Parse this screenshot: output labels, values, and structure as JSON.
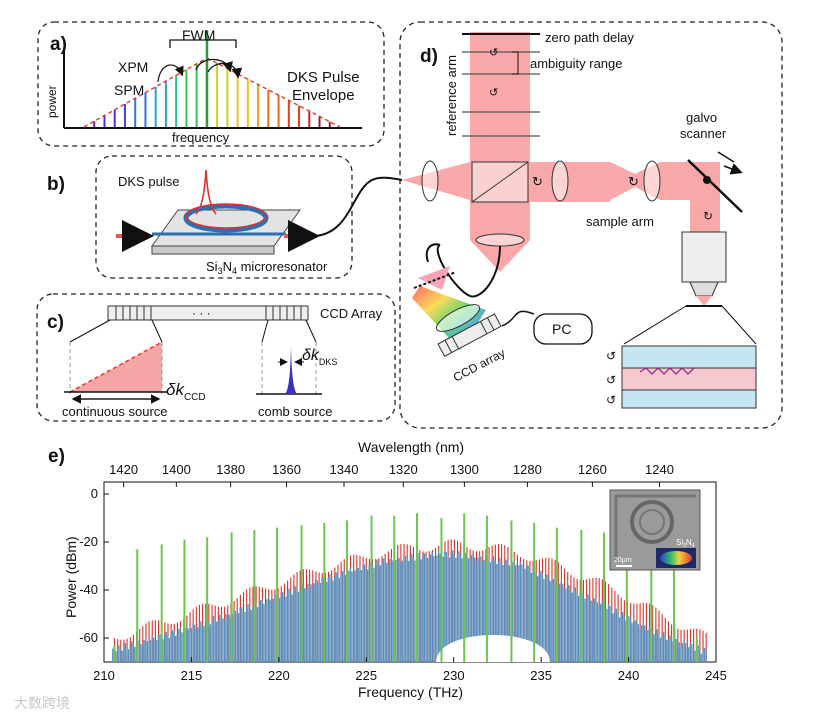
{
  "panels": {
    "a": {
      "letter": "a)",
      "fwm": "FWM",
      "xpm": "XPM",
      "spm": "SPM",
      "envelope_line1": "DKS Pulse",
      "envelope_line2": "Envelope",
      "ylabel": "power",
      "xlabel": "frequency"
    },
    "b": {
      "letter": "b)",
      "pulse": "DKS pulse",
      "device_si": "Si",
      "device_sub": "3",
      "device_n": "N",
      "device_sub2": "4",
      "device_rest": " microresonator"
    },
    "c": {
      "letter": "c)",
      "ccd": "CCD Array",
      "dots": "· · ·",
      "dk": "δk",
      "ccd_sub": "CCD",
      "dks_sub": "DKS",
      "continuous": "continuous source",
      "comb": "comb source"
    },
    "d": {
      "letter": "d)",
      "reference_arm": "reference arm",
      "zero_path": "zero path delay",
      "ambiguity": "ambiguity range",
      "galvo1": "galvo",
      "galvo2": "scanner",
      "sample_arm": "sample arm",
      "pc": "PC",
      "ccd_array": "CCD array"
    },
    "e": {
      "letter": "e)"
    }
  },
  "chart_data": {
    "type": "bar",
    "title": "",
    "xlabel": "Frequency (THz)",
    "ylabel": "Power (dBm)",
    "x2label": "Wavelength (nm)",
    "xlim": [
      210,
      245
    ],
    "ylim": [
      -70,
      5
    ],
    "xticks": [
      210,
      215,
      220,
      225,
      230,
      235,
      240,
      245
    ],
    "yticks": [
      0,
      -20,
      -40,
      -60
    ],
    "x2ticks": [
      1420,
      1400,
      1380,
      1360,
      1340,
      1320,
      1300,
      1280,
      1260,
      1240
    ],
    "series": [
      {
        "color": "#6cc64a",
        "x": [
          210.6,
          211.9,
          213.3,
          214.6,
          215.9,
          217.3,
          218.6,
          219.9,
          221.3,
          222.6,
          223.9,
          225.3,
          226.6,
          227.9,
          229.3,
          230.6,
          231.9,
          233.3,
          234.6,
          235.9,
          237.3,
          238.6,
          239.9,
          241.3,
          242.6,
          243.9
        ],
        "values": [
          -63,
          -23,
          -21,
          -19,
          -18,
          -16,
          -15,
          -14,
          -13,
          -12,
          -11,
          -9,
          -9,
          -8,
          -10,
          -8,
          -9,
          -11,
          -12,
          -14,
          -15,
          -16,
          -18,
          -19,
          -21,
          -60
        ]
      },
      {
        "color": "#d8322c",
        "envelope": [
          [
            210.5,
            -60
          ],
          [
            214,
            -52
          ],
          [
            218,
            -42
          ],
          [
            222,
            -32
          ],
          [
            226,
            -24
          ],
          [
            228,
            -22
          ],
          [
            230,
            -21
          ],
          [
            232,
            -22
          ],
          [
            234,
            -25
          ],
          [
            236,
            -30
          ],
          [
            238,
            -36
          ],
          [
            240,
            -43
          ],
          [
            242,
            -51
          ],
          [
            244.5,
            -60
          ]
        ]
      },
      {
        "color": "#5b8fbc",
        "envelope": [
          [
            210.5,
            -65
          ],
          [
            214,
            -58
          ],
          [
            218,
            -48
          ],
          [
            222,
            -37
          ],
          [
            226,
            -28
          ],
          [
            228,
            -26
          ],
          [
            230,
            -25
          ],
          [
            232,
            -27
          ],
          [
            234,
            -30
          ],
          [
            236,
            -37
          ],
          [
            238,
            -44
          ],
          [
            240,
            -52
          ],
          [
            242,
            -59
          ],
          [
            244.5,
            -66
          ]
        ],
        "notch": {
          "x": [
            229,
            235.5
          ],
          "min": -55
        }
      }
    ],
    "inset": {
      "scalebar": "20µm",
      "material_si": "Si",
      "material_sub": "3",
      "material_n": "N",
      "material_sub2": "4"
    },
    "grid": false
  },
  "watermark": "大数跨境"
}
